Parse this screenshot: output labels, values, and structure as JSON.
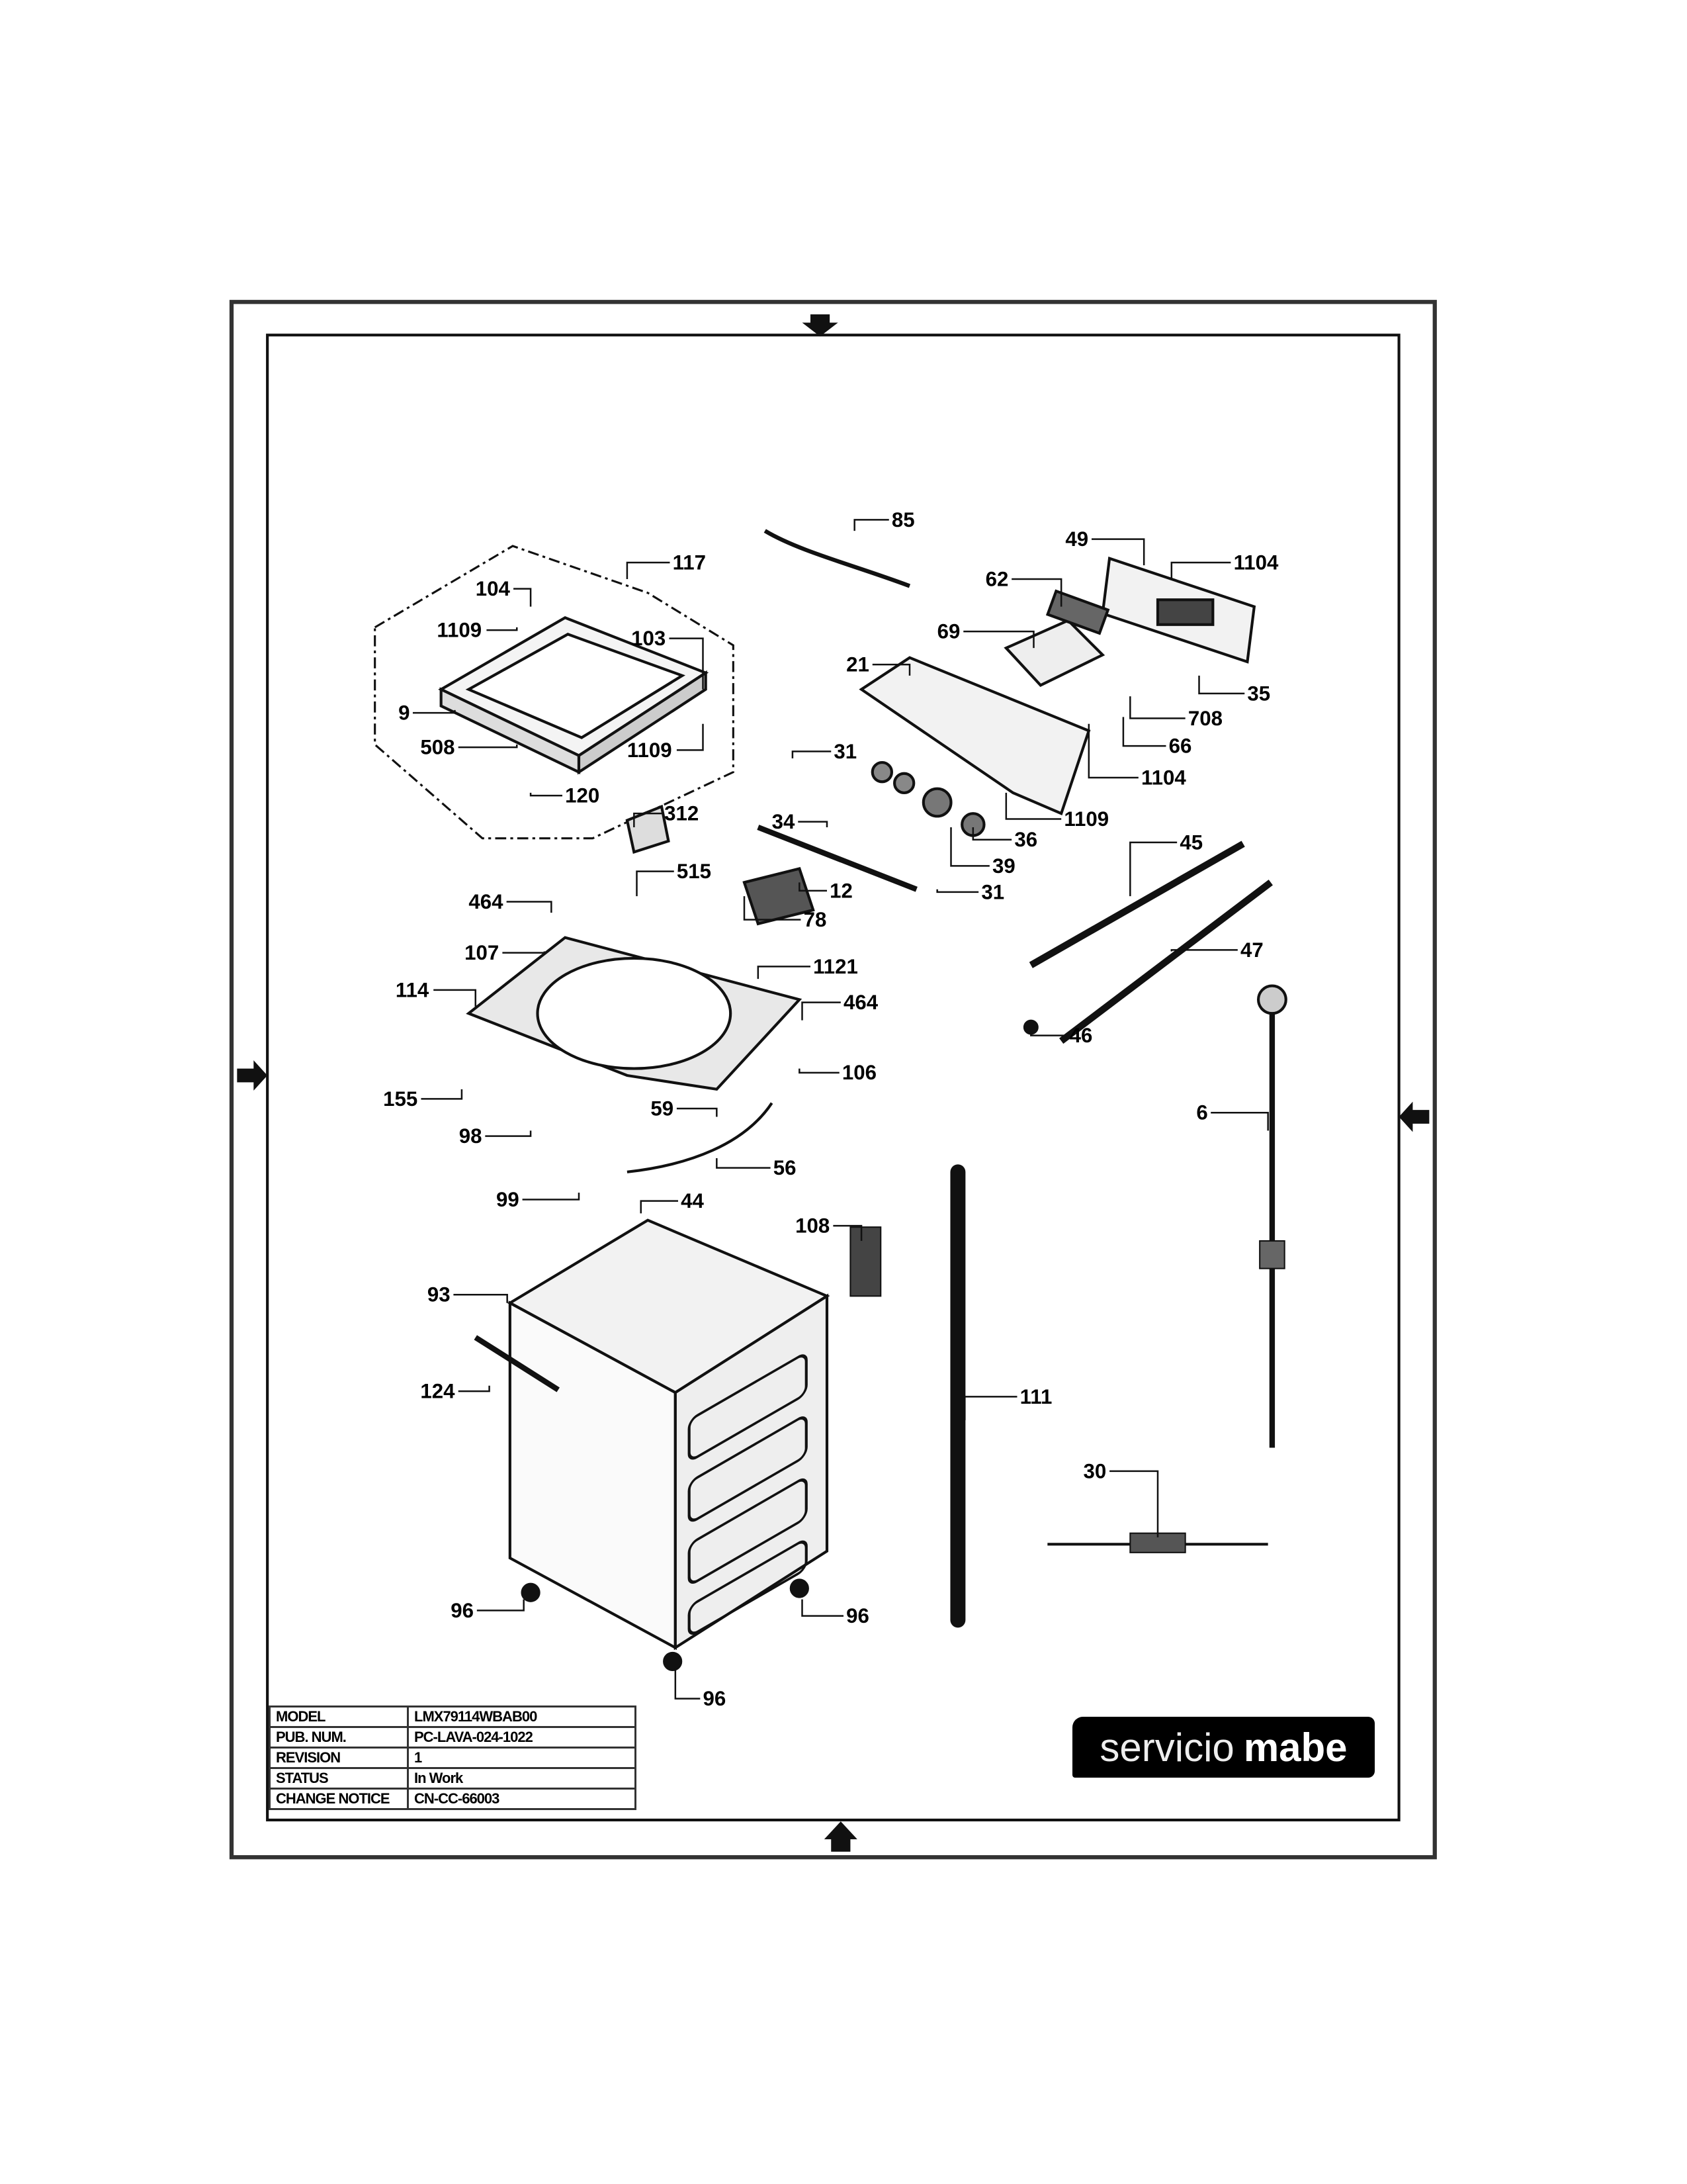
{
  "callouts": [
    "85",
    "117",
    "104",
    "1109",
    "103",
    "9",
    "508",
    "1109",
    "120",
    "49",
    "1104",
    "62",
    "69",
    "21",
    "35",
    "708",
    "66",
    "1104",
    "1109",
    "31",
    "34",
    "36",
    "39",
    "31",
    "312",
    "515",
    "12",
    "78",
    "464",
    "107",
    "114",
    "1121",
    "464",
    "106",
    "155",
    "59",
    "98",
    "56",
    "99",
    "44",
    "108",
    "93",
    "124",
    "111",
    "45",
    "47",
    "46",
    "6",
    "30",
    "96",
    "96",
    "96"
  ],
  "title_block": {
    "rows": [
      {
        "key": "MODEL",
        "value": "LMX79114WBAB00"
      },
      {
        "key": "PUB. NUM.",
        "value": "PC-LAVA-024-1022"
      },
      {
        "key": "REVISION",
        "value": "1"
      },
      {
        "key": "STATUS",
        "value": "In Work"
      },
      {
        "key": "CHANGE NOTICE",
        "value": "CN-CC-66003"
      }
    ]
  },
  "logo": {
    "part1": "servicio",
    "part2": "mabe"
  }
}
